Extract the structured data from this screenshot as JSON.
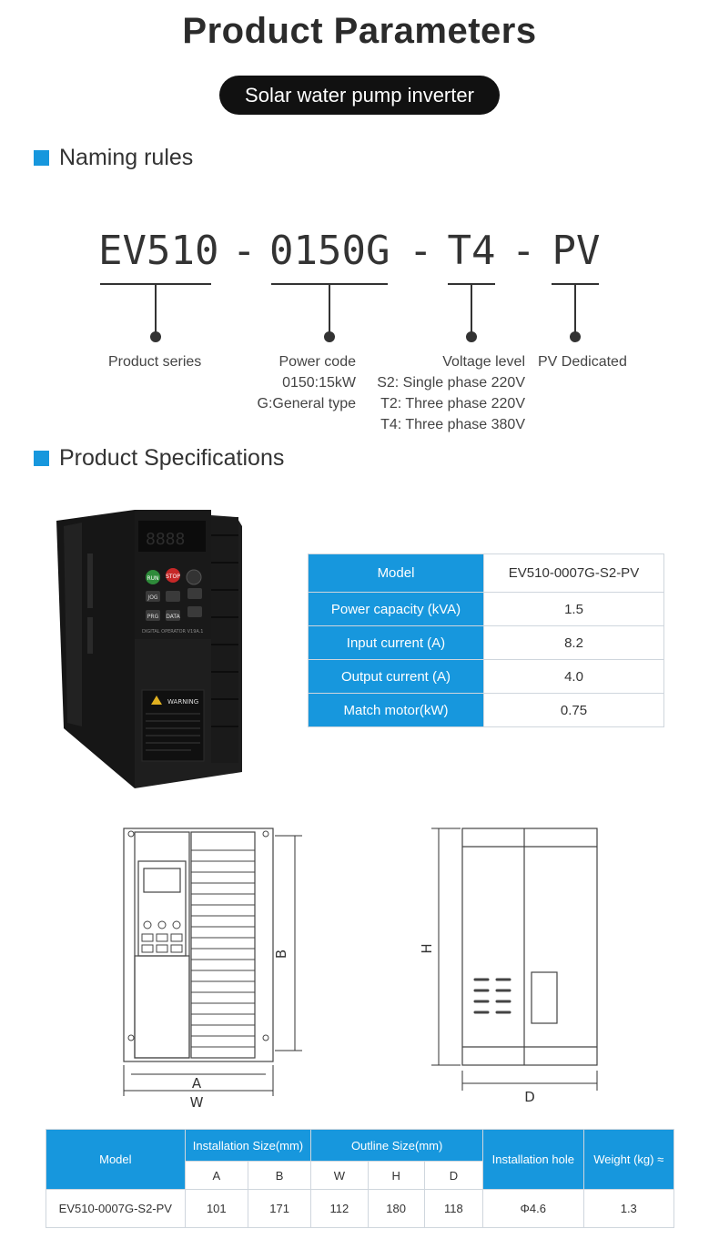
{
  "header": {
    "title": "Product Parameters",
    "subtitle": "Solar water pump inverter"
  },
  "naming": {
    "heading": "Naming rules",
    "parts": [
      "EV510",
      "-",
      "0150G",
      "-",
      "T4",
      "-",
      "PV"
    ],
    "series": "Product series",
    "power": [
      "Power code",
      "0150:15kW",
      "G:General type"
    ],
    "voltage": [
      "Voltage level",
      "S2: Single phase 220V",
      "T2: Three phase 220V",
      "T4: Three phase 380V"
    ],
    "pv": "PV Dedicated"
  },
  "specs": {
    "heading": "Product Specifications",
    "rows": [
      {
        "label": "Model",
        "value": "EV510-0007G-S2-PV"
      },
      {
        "label": "Power capacity (kVA)",
        "value": "1.5"
      },
      {
        "label": "Input current (A)",
        "value": "8.2"
      },
      {
        "label": "Output current (A)",
        "value": "4.0"
      },
      {
        "label": "Match motor(kW)",
        "value": "0.75"
      }
    ]
  },
  "device": {
    "buttons": [
      "RUN",
      "STOP",
      "JOG",
      "PRG",
      "DATA"
    ],
    "operator": "DIGITAL OPERATOR V19A.1",
    "warning": "WARNING"
  },
  "drawing": {
    "labels": {
      "a": "A",
      "b": "B",
      "w": "W",
      "h": "H",
      "d": "D"
    }
  },
  "dims": {
    "model_header": "Model",
    "install_header": "Installation Size(mm)",
    "outline_header": "Outline Size(mm)",
    "hole_header": "Installation hole",
    "weight_header": "Weight (kg) ≈",
    "sub": [
      "A",
      "B",
      "W",
      "H",
      "D"
    ],
    "row": {
      "model": "EV510-0007G-S2-PV",
      "a": "101",
      "b": "171",
      "w": "112",
      "h": "180",
      "d": "118",
      "hole": "Φ4.6",
      "weight": "1.3"
    }
  },
  "colors": {
    "accent": "#1797dd",
    "dark": "#111111"
  }
}
